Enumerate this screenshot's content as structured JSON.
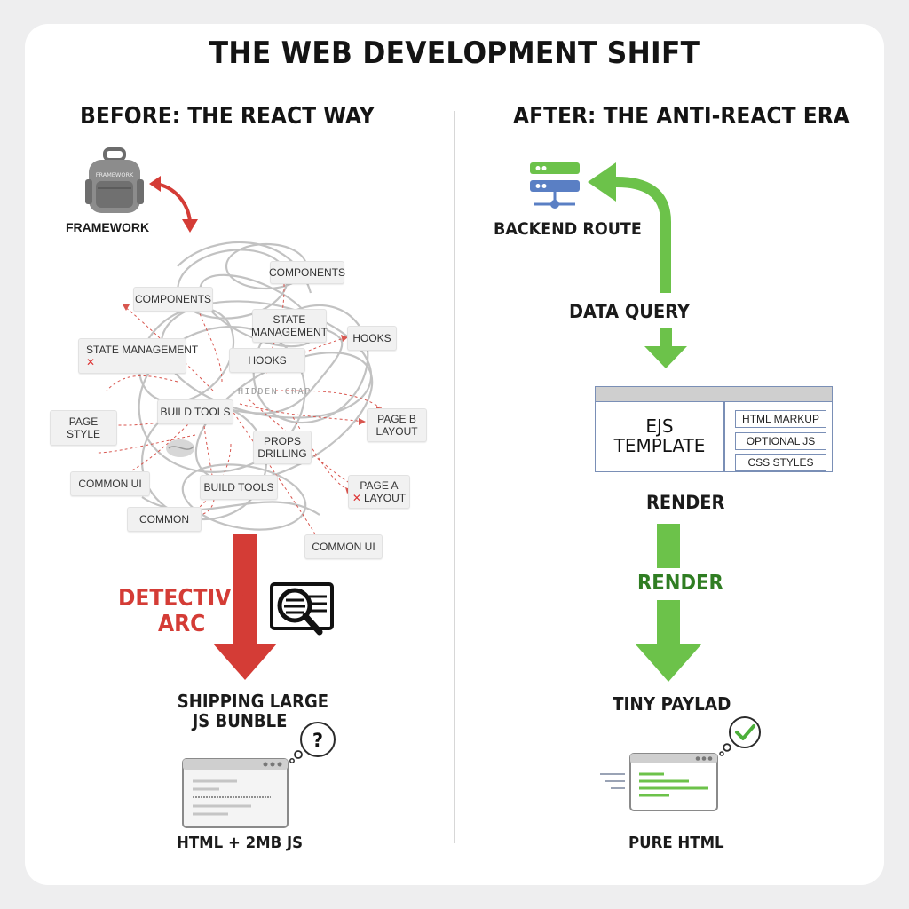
{
  "title": "THE WEB DEVELOPMENT SHIFT",
  "colors": {
    "red": "#d43c36",
    "green": "#6cc24a",
    "dark_green": "#2f7d22",
    "blue": "#5a7fc4"
  },
  "left": {
    "heading": "BEFORE: THE REACT WAY",
    "backpack_text": "FRAMEWORK",
    "framework_label": "FRAMEWORK",
    "chips": {
      "components_top": "COMPONENTS",
      "components_left": "COMPONENTS",
      "state_management_center": [
        "STATE",
        "MANAGEMENT"
      ],
      "state_management_left": "STATE MANAGEMENT",
      "hooks_right": "HOOKS",
      "hooks_center": "HOOKS",
      "hidden_crap": "HIDDEN CRAP",
      "build_tools_center": "BUILD TOOLS",
      "page_style": [
        "PAGE",
        "STYLE"
      ],
      "page_b_layout": [
        "PAGE B",
        "LAYOUT"
      ],
      "props_drilling": [
        "PROPS",
        "DRILLING"
      ],
      "common_ui_left": "COMMON UI",
      "build_tools_bottom": "BUILD TOOLS",
      "page_a_layout": [
        "PAGE A",
        "LAYOUT"
      ],
      "common": "COMMON",
      "common_ui_bottom": "COMMON UI"
    },
    "arrow_label": [
      "DETECTIVE",
      "ARC"
    ],
    "result": [
      "SHIPPING LARGE",
      "JS BUNBLE"
    ],
    "question_mark": "?",
    "footer": "HTML + 2MB JS"
  },
  "right": {
    "heading": "AFTER: THE ANTI-REACT ERA",
    "server_label": "BACKEND ROUTE",
    "data_query": "DATA QUERY",
    "template": [
      "EJS",
      "TEMPLATE"
    ],
    "template_parts": [
      "HTML MARKUP",
      "OPTIONAL JS",
      "CSS STYLES"
    ],
    "render_1": "RENDER",
    "render_2": "RENDER",
    "result": "TINY PAYLAD",
    "footer": "PURE HTML"
  },
  "icons": {
    "backpack": "backpack-icon",
    "server": "server-icon",
    "magnifier": "magnifier-document-icon",
    "browser_left": "browser-window-icon",
    "browser_right": "browser-window-icon",
    "question": "question-bubble-icon",
    "check": "check-bubble-icon"
  }
}
